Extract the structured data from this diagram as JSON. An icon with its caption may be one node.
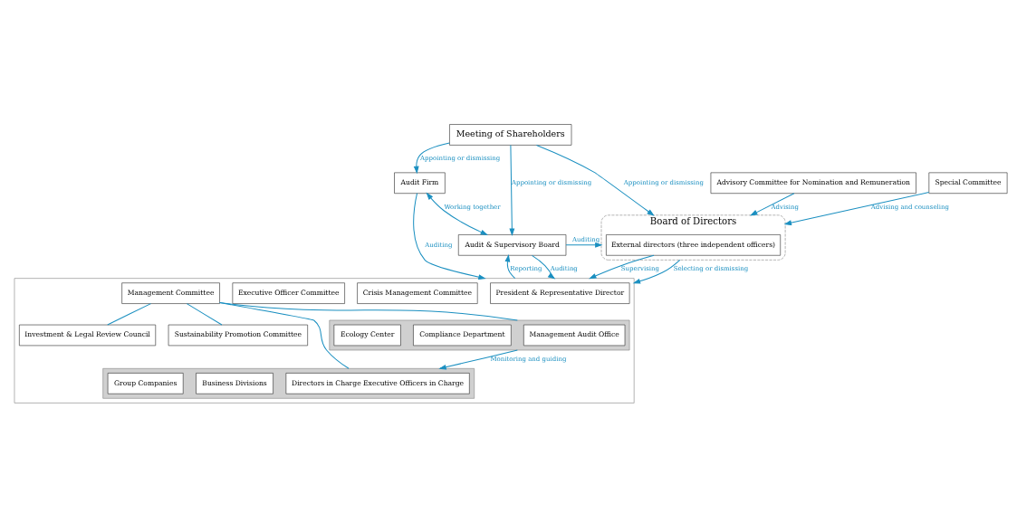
{
  "diagram": {
    "nodes": [
      {
        "text": [
          "Meeting of Shareholders"
        ]
      },
      {
        "text": [
          "Audit Firm"
        ]
      },
      {
        "text": [
          "Board of Directors"
        ]
      },
      {
        "text": [
          "External directors (three independent officers)"
        ],
        "in": 2
      },
      {
        "text": [
          "Audit & Supervisory Board"
        ]
      },
      {
        "text": [
          "Advisory Committee for Nomination and Remuneration"
        ]
      },
      {
        "text": [
          "Special Committee"
        ]
      },
      {
        "text": [],
        "shape": "box"
      },
      {
        "text": [
          "President & Representative Director"
        ],
        "in": 7
      },
      {
        "text": [
          "Crisis Management Committee"
        ],
        "in": 7
      },
      {
        "text": [
          "Executive Officer Committee"
        ],
        "in": 7
      },
      {
        "text": [
          "Management Committee"
        ],
        "in": 7
      },
      {
        "text": [
          "Investment & Legal Review Council"
        ],
        "in": 7
      },
      {
        "text": [
          "Sustainability Promotion Committee"
        ],
        "in": 7
      },
      {
        "text": [],
        "shape": "box",
        "in": 7
      },
      {
        "text": [
          "Directors in Charge Executive Officers in Charge"
        ],
        "in": 14
      },
      {
        "text": [
          "Business Divisions"
        ],
        "in": 14
      },
      {
        "text": [
          "Group Companies"
        ],
        "in": 14
      },
      {
        "text": [],
        "shape": "box",
        "in": 7
      },
      {
        "text": [
          "Management Audit Office"
        ],
        "in": 18
      },
      {
        "text": [
          "Compliance Department"
        ],
        "in": 18
      },
      {
        "text": [
          "Ecology Center"
        ],
        "in": 18
      }
    ],
    "edges": [
      {
        "from": 0,
        "to": 1,
        "arrow": "to",
        "label": "Appointing or dismissing"
      },
      {
        "from": 0,
        "to": 2,
        "arrow": "to",
        "label": "Appointing or dismissing"
      },
      {
        "from": 0,
        "to": 4,
        "arrow": "to",
        "label": "Appointing or dismissing"
      },
      {
        "from": 4,
        "to": 2,
        "arrow": "to",
        "label": "Auditing"
      },
      {
        "from": 5,
        "to": 2,
        "arrow": "to",
        "label": "Advising"
      },
      {
        "from": 6,
        "to": 2,
        "arrow": "to",
        "label": "Advising and counseling"
      },
      {
        "from": 2,
        "to": 7,
        "arrow": "to",
        "label": "Selecting or dismissing"
      },
      {
        "from": 3,
        "to": 7,
        "arrow": "to",
        "label": "Supervising"
      },
      {
        "from": 1,
        "to": 7,
        "arrow": "to",
        "label": "Auditing"
      },
      {
        "from": 4,
        "to": 7,
        "arrow": "to",
        "label": "Auditing"
      },
      {
        "from": 7,
        "to": 4,
        "arrow": "to",
        "label": "Reporting"
      },
      {
        "from": 1,
        "to": 4,
        "arrow": "both",
        "label": "Working together"
      },
      {
        "from": 11,
        "to": 12,
        "arrow": "none"
      },
      {
        "from": 11,
        "to": 13,
        "arrow": "none"
      },
      {
        "from": 11,
        "to": 14,
        "arrow": "none"
      },
      {
        "from": 11,
        "to": 18,
        "arrow": "none"
      },
      {
        "from": 18,
        "to": 14,
        "arrow": "to",
        "label": "Monitoring and guiding"
      }
    ]
  }
}
